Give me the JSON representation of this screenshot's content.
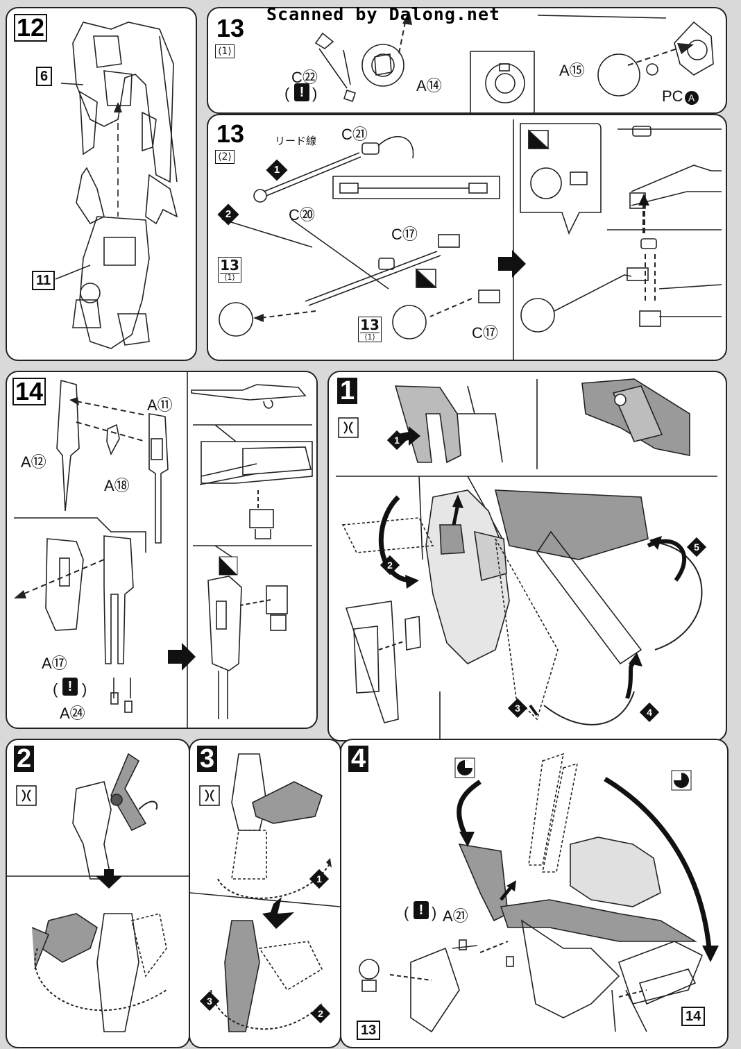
{
  "watermark": "Scanned by Dalong.net",
  "steps": {
    "s12": {
      "number": "12",
      "refs": {
        "top": "6",
        "bottom": "11"
      }
    },
    "s13_1": {
      "number": "13",
      "sub": "⟨1⟩",
      "labels": {
        "c22": "C㉒",
        "a14": "A⑭",
        "a15": "A⑮",
        "pca": "PC",
        "pca_circle": "A"
      },
      "warn": "!",
      "warn_paren_l": "(",
      "warn_paren_r": ")"
    },
    "s13_2": {
      "number": "13",
      "sub": "⟨2⟩",
      "lead_wire": "リード線",
      "labels": {
        "c21": "C㉑",
        "c20": "C⑳",
        "c17a": "C⑰",
        "c17b": "C⑰"
      },
      "ref13a": "13",
      "ref13a_sub": "⟨1⟩",
      "ref13b": "13",
      "ref13b_sub": "⟨1⟩",
      "arrows": {
        "one": "1",
        "two": "2"
      }
    },
    "s14": {
      "number": "14",
      "labels": {
        "a11": "A⑪",
        "a12": "A⑫",
        "a18": "A⑱",
        "a17": "A⑰",
        "a24": "A㉔"
      },
      "warn": "!",
      "warn_paren_l": "(",
      "warn_paren_r": ")"
    },
    "s1": {
      "number": "1",
      "arrows": {
        "one": "1",
        "two": "2",
        "three": "3",
        "four": "4",
        "five": "5"
      }
    },
    "s2": {
      "number": "2"
    },
    "s3": {
      "number": "3",
      "arrows": {
        "one": "1",
        "two": "2",
        "three": "3"
      }
    },
    "s4": {
      "number": "4",
      "labels": {
        "a21": "A㉑"
      },
      "warn": "!",
      "warn_paren_l": "(",
      "warn_paren_r": ")",
      "ref13": "13",
      "ref14": "14"
    }
  },
  "colors": {
    "page": "#d9d9d9",
    "panel": "#ffffff",
    "ink": "#111111",
    "shade": "#9a9a9a"
  }
}
